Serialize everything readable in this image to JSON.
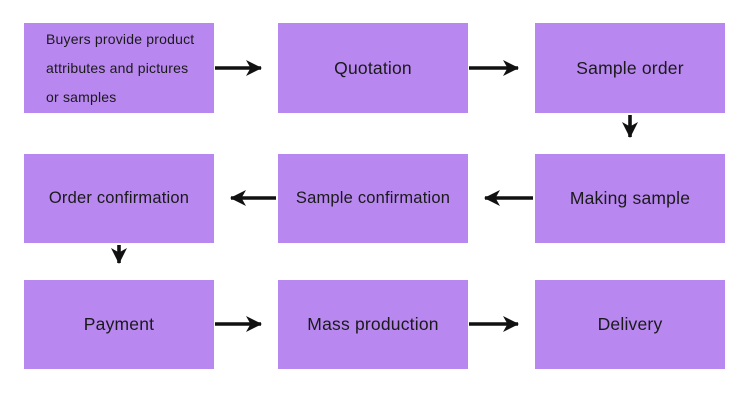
{
  "diagram": {
    "type": "flowchart",
    "nodes": [
      {
        "id": "buyers",
        "label": "Buyers provide product attributes and pictures or samples"
      },
      {
        "id": "quotation",
        "label": "Quotation"
      },
      {
        "id": "sample-order",
        "label": "Sample order"
      },
      {
        "id": "order-confirmation",
        "label": "Order confirmation"
      },
      {
        "id": "sample-confirmation",
        "label": "Sample confirmation"
      },
      {
        "id": "making-sample",
        "label": "Making sample"
      },
      {
        "id": "payment",
        "label": "Payment"
      },
      {
        "id": "mass-production",
        "label": "Mass production"
      },
      {
        "id": "delivery",
        "label": "Delivery"
      }
    ],
    "edges": [
      {
        "from": "buyers",
        "to": "quotation"
      },
      {
        "from": "quotation",
        "to": "sample-order"
      },
      {
        "from": "sample-order",
        "to": "making-sample"
      },
      {
        "from": "making-sample",
        "to": "sample-confirmation"
      },
      {
        "from": "sample-confirmation",
        "to": "order-confirmation"
      },
      {
        "from": "order-confirmation",
        "to": "payment"
      },
      {
        "from": "payment",
        "to": "mass-production"
      },
      {
        "from": "mass-production",
        "to": "delivery"
      }
    ],
    "colors": {
      "box_fill": "#b887ef",
      "arrow": "#111111",
      "text": "#1a1a1a",
      "background": "#ffffff"
    }
  }
}
